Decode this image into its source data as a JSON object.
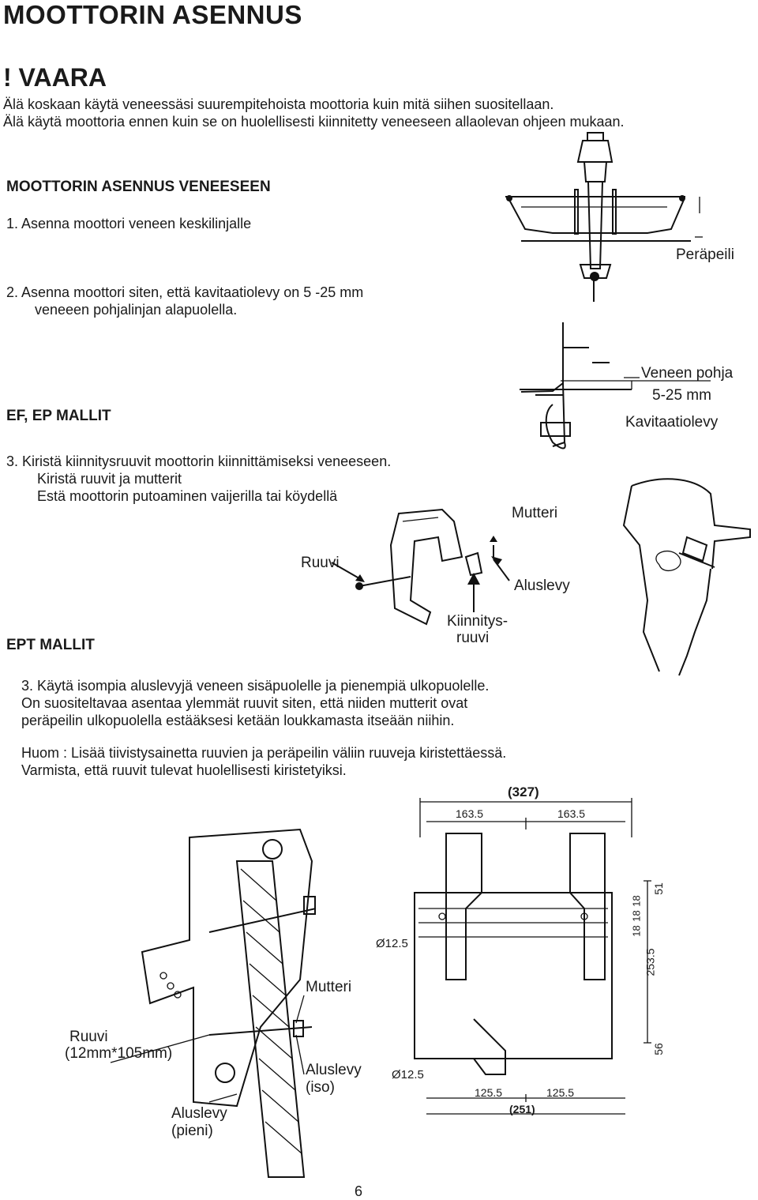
{
  "page": {
    "title": "MOOTTORIN ASENNUS",
    "page_number": "6"
  },
  "warning": {
    "heading": "! VAARA",
    "line1": "Älä koskaan käytä veneessäsi suurempitehoista moottoria kuin mitä siihen suositellaan.",
    "line2": "Älä käytä moottoria ennen kuin se on huolellisesti kiinnitetty veneeseen allaolevan ohjeen mukaan."
  },
  "install": {
    "heading": "MOOTTORIN ASENNUS VENEESEEN",
    "step1": "1.  Asenna moottori veneen keskilinjalle",
    "step2_line1": "2.  Asenna moottori siten, että kavitaatiolevy on 5 -25 mm",
    "step2_line2": "veneeen pohjalinjan alapuolella."
  },
  "ef_ep": {
    "heading": "EF, EP MALLIT",
    "step3_line1": "3.  Kiristä kiinnitysruuvit moottorin kiinnittämiseksi veneeseen.",
    "step3_line2": "Kiristä ruuvit ja mutterit",
    "step3_line3": "Estä moottorin putoaminen vaijerilla tai köydellä"
  },
  "ept": {
    "heading": "EPT  MALLIT",
    "step3_line1": "3. Käytä isompia aluslevyjä veneen sisäpuolelle ja pienempiä ulkopuolelle.",
    "step3_line2": "On suositeltavaa asentaa ylemmät ruuvit siten, että niiden mutterit ovat",
    "step3_line3": "peräpeilin ulkopuolella estääksesi ketään loukkamasta itseään niihin.",
    "note_line1": "Huom : Lisää tiivistysainetta ruuvien ja peräpeilin väliin ruuveja kiristettäessä.",
    "note_line2": "Varmista, että ruuvit tulevat huolellisesti kiristetyiksi."
  },
  "figure_labels": {
    "perapeili": "Peräpeili",
    "veneen_pohja": "Veneen pohja",
    "range": "5-25 mm",
    "kavitaatiolevy": "Kavitaatiolevy",
    "mutteri": "Mutteri",
    "ruuvi": "Ruuvi",
    "aluslevy": "Aluslevy",
    "kiinnitys1": "Kiinnitys-",
    "kiinnitys2": "ruuvi",
    "mutteri2": "Mutteri",
    "ruuvi2_line1": "Ruuvi",
    "ruuvi2_line2": "(12mm*105mm)",
    "aluslevy_iso1": "Aluslevy",
    "aluslevy_iso2": "(iso)",
    "aluslevy_pieni1": "Aluslevy",
    "aluslevy_pieni2": "(pieni)"
  },
  "dimensions": {
    "d327": "(327)",
    "d1635a": "163.5",
    "d1635b": "163.5",
    "d51": "51",
    "d18a": "18",
    "d18b": "18",
    "d18c": "18",
    "d2535": "253.5",
    "d56": "56",
    "dia1": "Ø12.5",
    "dia2": "Ø12.5",
    "d1255a": "125.5",
    "d1255b": "125.5",
    "d251": "(251)"
  }
}
